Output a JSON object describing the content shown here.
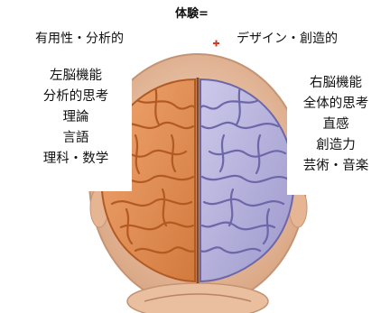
{
  "title": "体験=",
  "left_top": "有用性・分析的",
  "right_top": "デザイン・創造的",
  "left_hemisphere": [
    "左脳機能",
    "分析的思考",
    "理論",
    "言語",
    "理科・数学"
  ],
  "right_hemisphere": [
    "右脳機能",
    "全体的思考",
    "直感",
    "創造力",
    "芸術・音楽"
  ],
  "colors": {
    "left_brain": "#e8955a",
    "left_brain_fold": "#b35a23",
    "right_brain": "#b9b6de",
    "right_brain_fold": "#6d67a9",
    "skull": "#f0ccb0",
    "skull_edge": "#c49474",
    "accent": "#d23a2a"
  }
}
